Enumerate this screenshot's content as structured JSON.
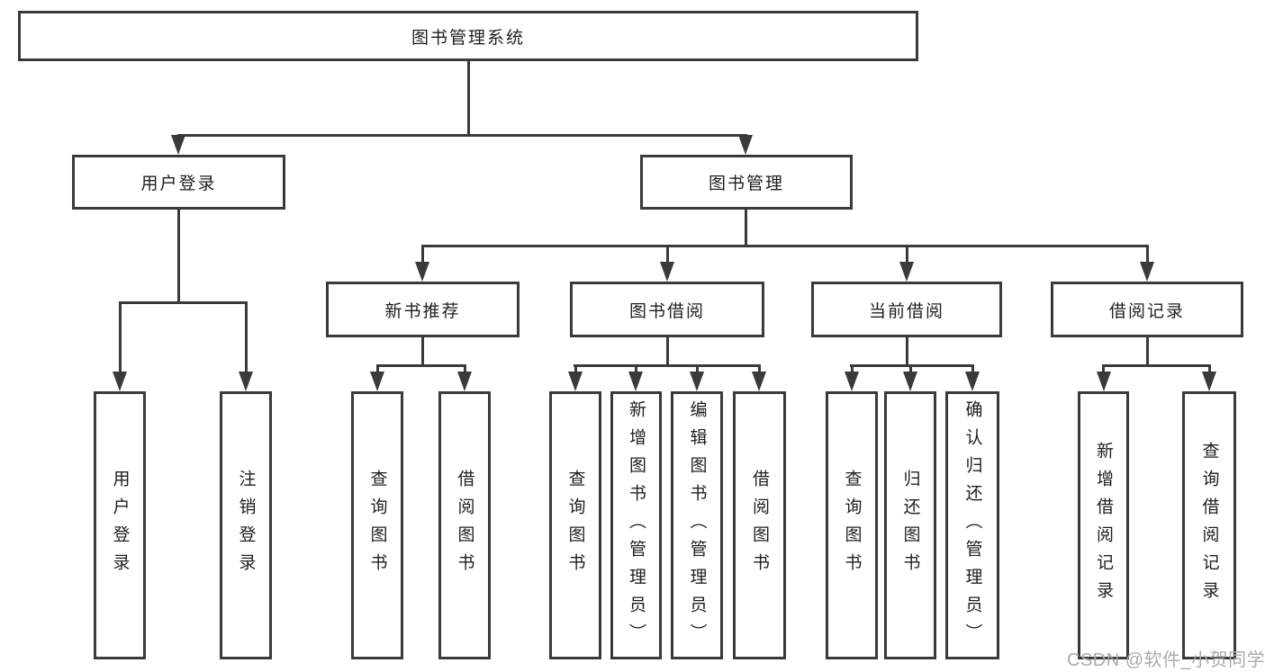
{
  "diagram": {
    "root": {
      "label": "图书管理系统"
    },
    "user_login": {
      "label": "用户登录",
      "children": [
        "用户登录",
        "注销登录"
      ]
    },
    "book_management": {
      "label": "图书管理",
      "sections": [
        {
          "label": "新书推荐",
          "children": [
            "查询图书",
            "借阅图书"
          ]
        },
        {
          "label": "图书借阅",
          "children": [
            "查询图书",
            "新增图书（管理员）",
            "编辑图书（管理员）",
            "借阅图书"
          ]
        },
        {
          "label": "当前借阅",
          "children": [
            "查询图书",
            "归还图书",
            "确认归还（管理员）"
          ]
        },
        {
          "label": "借阅记录",
          "children": [
            "新增借阅记录",
            "查询借阅记录"
          ]
        }
      ]
    }
  },
  "watermark": {
    "text": "CSDN @软件_小贺同学"
  },
  "colors": {
    "line": "#3a3a3a",
    "text": "#1f1f1f",
    "watermark": "#ababab",
    "background": "#ffffff"
  }
}
